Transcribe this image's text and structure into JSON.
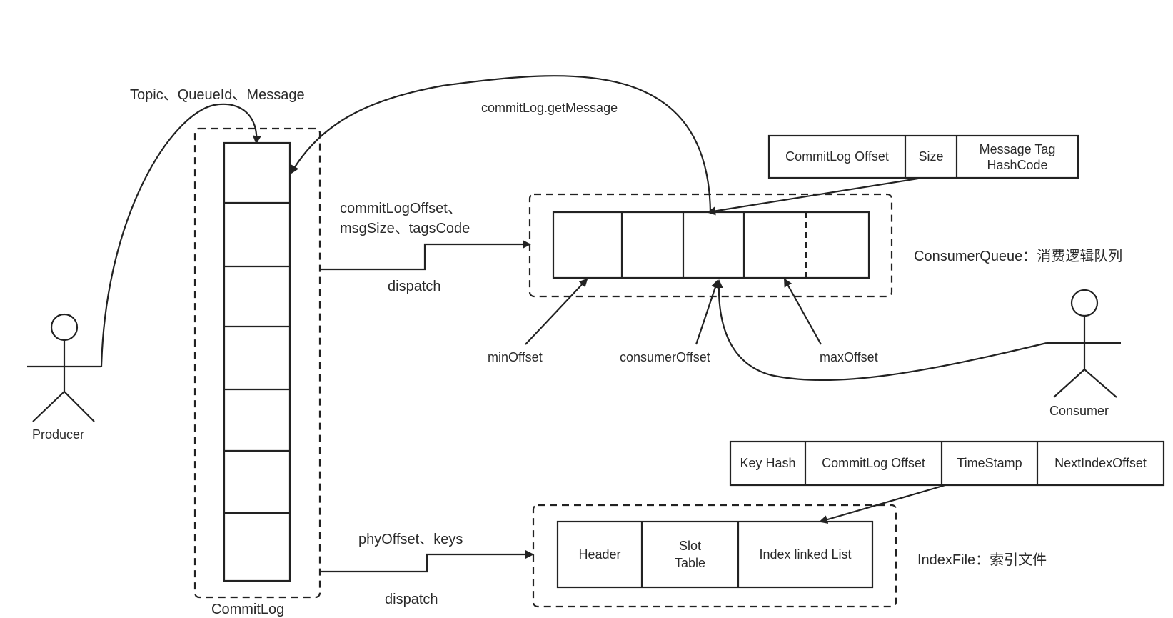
{
  "actors": {
    "producer": "Producer",
    "consumer": "Consumer"
  },
  "commitlog": {
    "label": "CommitLog",
    "cell_count": 7
  },
  "flows": {
    "producer_write": "Topic、QueueId、Message",
    "get_message": "commitLog.getMessage",
    "cq_dispatch_payload": "commitLogOffset、\nmsgSize、tagsCode",
    "cq_dispatch": "dispatch",
    "index_dispatch_payload": "phyOffset、keys",
    "index_dispatch": "dispatch"
  },
  "consume_queue": {
    "label": "ConsumerQueue：消费逻辑队列",
    "entry_fields": [
      "CommitLog Offset",
      "Size",
      "Message Tag\nHashCode"
    ],
    "pointers": {
      "min": "minOffset",
      "consumer": "consumerOffset",
      "max": "maxOffset"
    }
  },
  "index_file": {
    "label": "IndexFile：索引文件",
    "entry_fields": [
      "Key Hash",
      "CommitLog Offset",
      "TimeStamp",
      "NextIndexOffset"
    ],
    "sections": [
      "Header",
      "Slot\nTable",
      "Index linked List"
    ]
  }
}
